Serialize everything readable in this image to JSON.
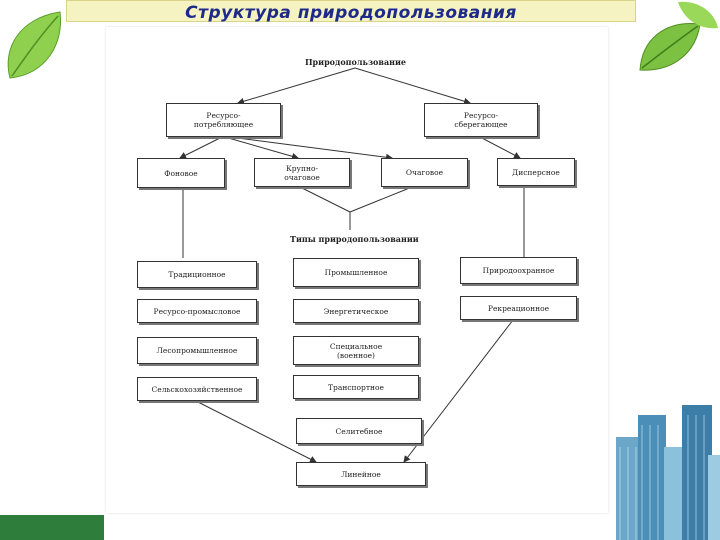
{
  "title": "Структура природопользования",
  "diagram": {
    "root": "Природопользование",
    "level1": [
      "Ресурсо-\nпотребляющее",
      "Ресурсо-\nсберегающее"
    ],
    "level2": [
      "Фоновое",
      "Крупно-\nочаговое",
      "Очаговое",
      "Дисперсное"
    ],
    "types_heading": "Типы природопользовании",
    "left_column": [
      "Традиционное",
      "Ресурсо-промысловое",
      "Лесопромышленное",
      "Сельскохозяйственное"
    ],
    "center_column": [
      "Промышленное",
      "Энергетическое",
      "Специальное\n(военное)",
      "Транспортное",
      "Селитебное",
      "Линейное"
    ],
    "right_column": [
      "Природоохранное",
      "Рекреационное"
    ]
  },
  "colors": {
    "title_text": "#1d2a8a",
    "title_bg": "#f6f3c2",
    "bottom_bar": "#2f7d3b",
    "leaf": "#7cc142"
  }
}
